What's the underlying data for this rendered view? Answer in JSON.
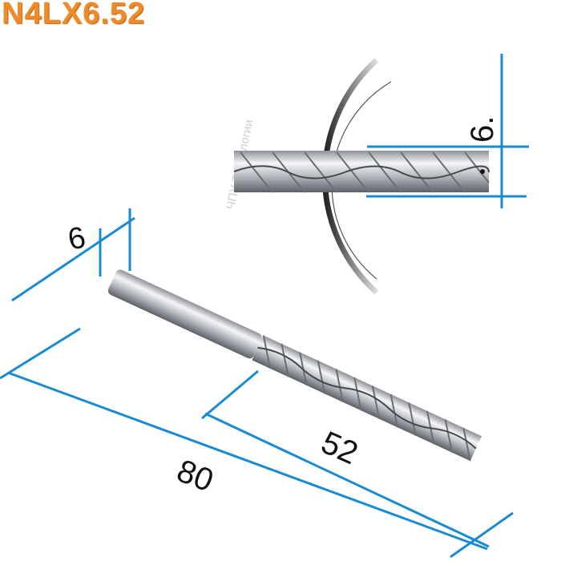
{
  "title": "N4LX6.52",
  "watermark": "ЧПУ Технологии",
  "dimensions": {
    "shank_diameter": "6",
    "cutting_diameter": "6.",
    "overall_length": "80",
    "cutting_length": "52"
  },
  "colors": {
    "title": "#f08a24",
    "dimension_lines": "#1a8bd0"
  }
}
